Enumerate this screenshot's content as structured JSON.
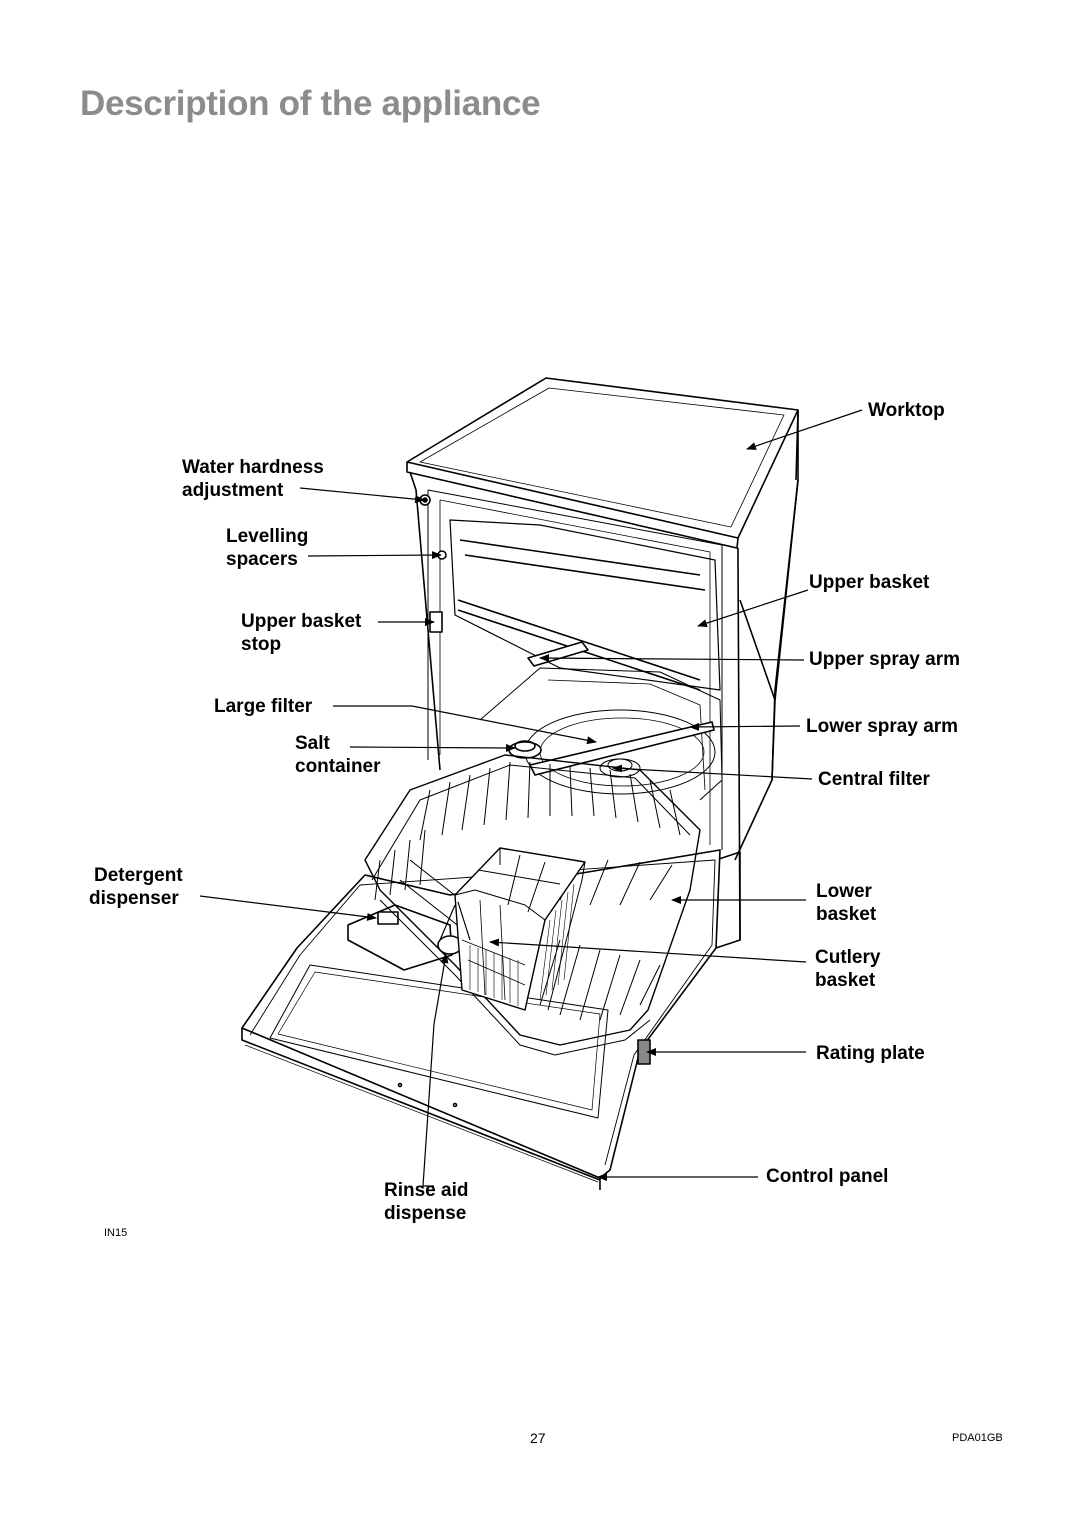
{
  "title": "Description of the appliance",
  "labels": {
    "worktop": "Worktop",
    "water_hardness_1": "Water hardness",
    "water_hardness_2": "adjustment",
    "levelling_1": "Levelling",
    "levelling_2": "spacers",
    "upper_basket_stop_1": "Upper basket",
    "upper_basket_stop_2": "stop",
    "large_filter": "Large filter",
    "salt_1": "Salt",
    "salt_2": "container",
    "detergent_1": "Detergent",
    "detergent_2": "dispenser",
    "upper_basket": "Upper basket",
    "upper_spray_arm": "Upper spray arm",
    "lower_spray_arm": "Lower spray arm",
    "central_filter": "Central filter",
    "lower_basket_1": "Lower",
    "lower_basket_2": "basket",
    "cutlery_1": "Cutlery",
    "cutlery_2": "basket",
    "rating_plate": "Rating plate",
    "control_panel": "Control panel",
    "rinse_aid_1": "Rinse aid",
    "rinse_aid_2": "dispense"
  },
  "figure_code": "IN15",
  "page_number": "27",
  "doc_code": "PDA01GB"
}
